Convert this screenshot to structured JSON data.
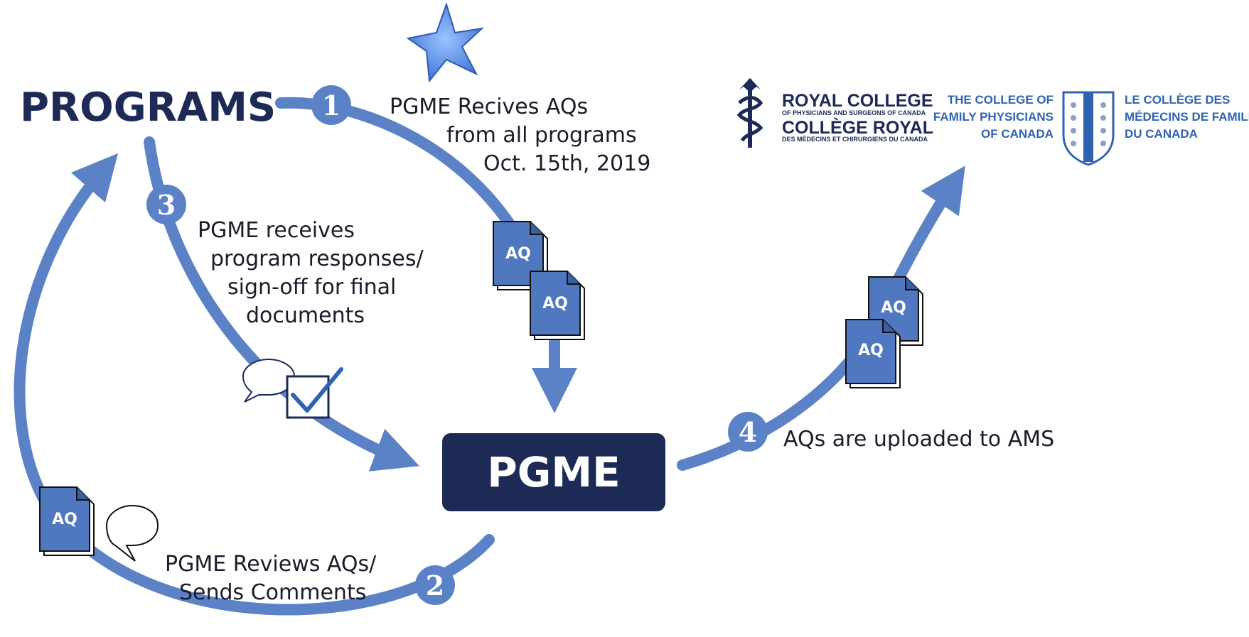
{
  "programs_label": "PROGRAMS",
  "pgme_label": "PGME",
  "steps": [
    {
      "number": "1",
      "lines": [
        "PGME Recives AQs",
        "from all programs",
        "Oct. 15th, 2019"
      ]
    },
    {
      "number": "2",
      "lines": [
        "PGME Reviews AQs/",
        "Sends Comments"
      ]
    },
    {
      "number": "3",
      "lines": [
        "PGME receives",
        "program responses/",
        "sign-off for final",
        "documents"
      ]
    },
    {
      "number": "4",
      "lines": [
        "AQs are uploaded to AMS"
      ]
    }
  ],
  "doc_label": "AQ",
  "logos": {
    "royal_college": {
      "line1": "ROYAL COLLEGE",
      "line2": "OF PHYSICIANS AND SURGEONS OF CANADA",
      "line3": "COLLÈGE ROYAL",
      "line4": "DES MÉDECINS ET CHIRURGIENS DU CANADA"
    },
    "family_physicians": {
      "en_lines": [
        "THE COLLEGE OF",
        "FAMILY PHYSICIANS",
        "OF CANADA"
      ],
      "fr_lines": [
        "LE COLLÈGE DES",
        "MÉDECINS DE FAMILLE",
        "DU CANADA"
      ]
    }
  },
  "colors": {
    "flow_blue": "#5b82c6",
    "navy": "#1c2a55",
    "doc_fill": "#4f78c0",
    "star": "#5a90e0"
  }
}
